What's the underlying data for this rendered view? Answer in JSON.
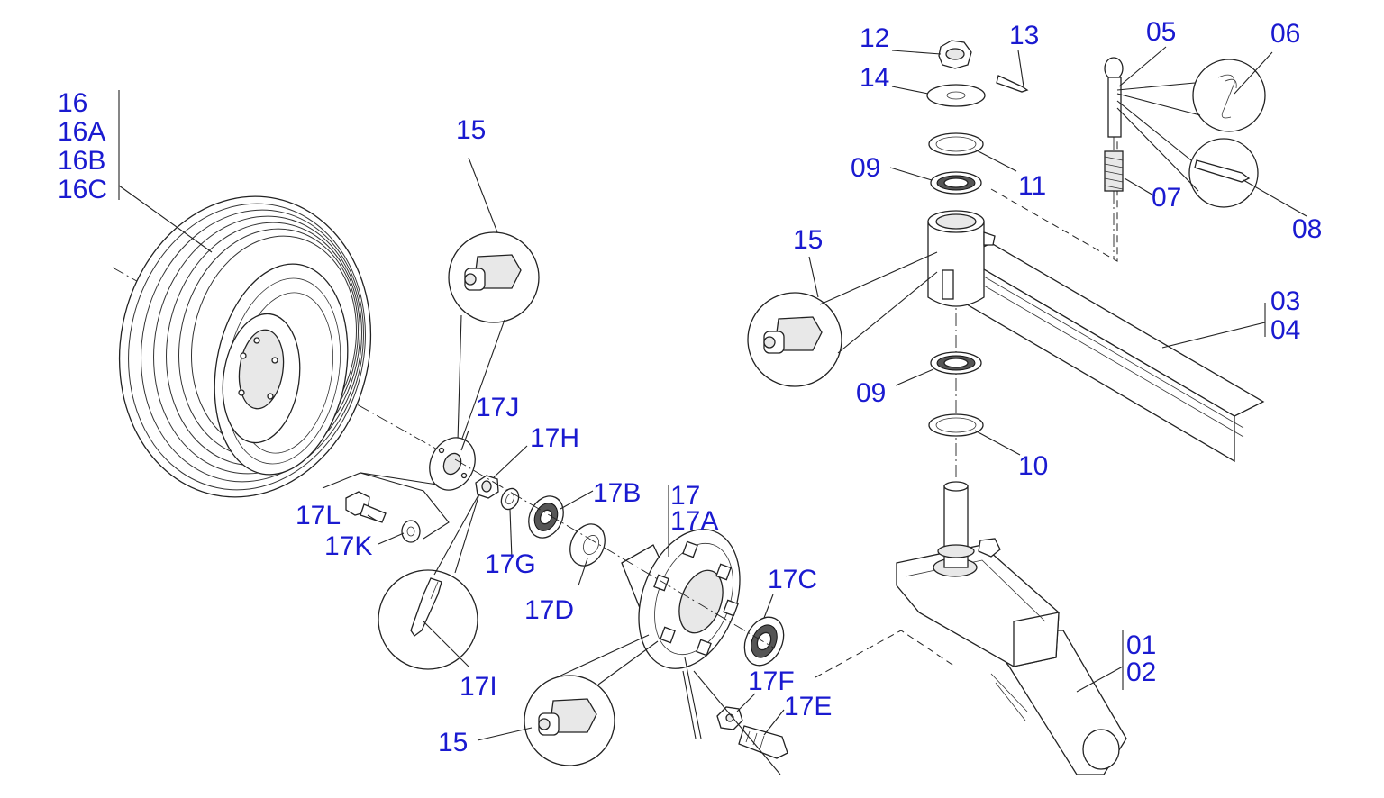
{
  "labels": {
    "l16": "16",
    "l16a": "16A",
    "l16b": "16B",
    "l16c": "16C",
    "l15_wheel": "15",
    "l15_mount": "15",
    "l15_hub": "15",
    "l12": "12",
    "l13": "13",
    "l14": "14",
    "l05": "05",
    "l06": "06",
    "l07": "07",
    "l08": "08",
    "l09_top": "09",
    "l09_bottom": "09",
    "l10": "10",
    "l11": "11",
    "l03": "03",
    "l04": "04",
    "l01": "01",
    "l02": "02",
    "l17": "17",
    "l17a": "17A",
    "l17b": "17B",
    "l17c": "17C",
    "l17d": "17D",
    "l17e": "17E",
    "l17f": "17F",
    "l17g": "17G",
    "l17h": "17H",
    "l17i": "17I",
    "l17j": "17J",
    "l17k": "17K",
    "l17l": "17L"
  },
  "colors": {
    "callout_text": "#1a1ad0",
    "line_art": "#222222",
    "background": "#ffffff"
  }
}
